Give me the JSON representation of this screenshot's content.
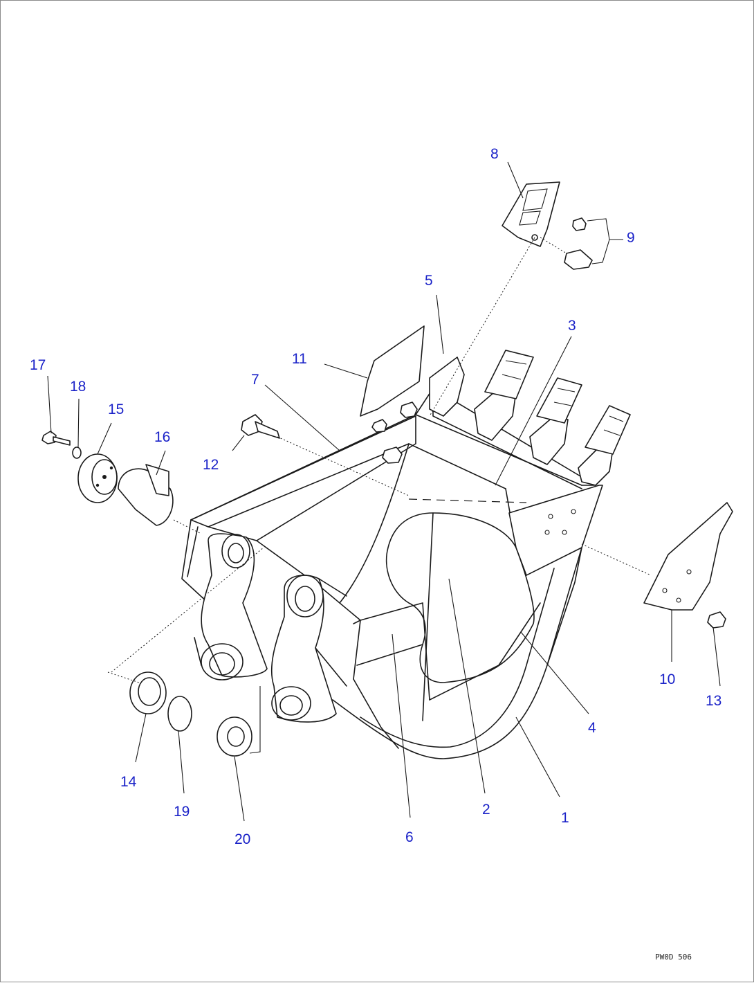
{
  "diagram": {
    "drawing_code": "PW0D 506",
    "callouts": {
      "c1": "1",
      "c2": "2",
      "c3": "3",
      "c4": "4",
      "c5": "5",
      "c6": "6",
      "c7": "7",
      "c8": "8",
      "c9": "9",
      "c10": "10",
      "c11": "11",
      "c12": "12",
      "c13": "13",
      "c14": "14",
      "c15": "15",
      "c16": "16",
      "c17": "17",
      "c18": "18",
      "c19": "19",
      "c20": "20"
    },
    "colors": {
      "callout": "#1a22c8",
      "line": "#1a1a1a",
      "background": "#ffffff"
    }
  }
}
